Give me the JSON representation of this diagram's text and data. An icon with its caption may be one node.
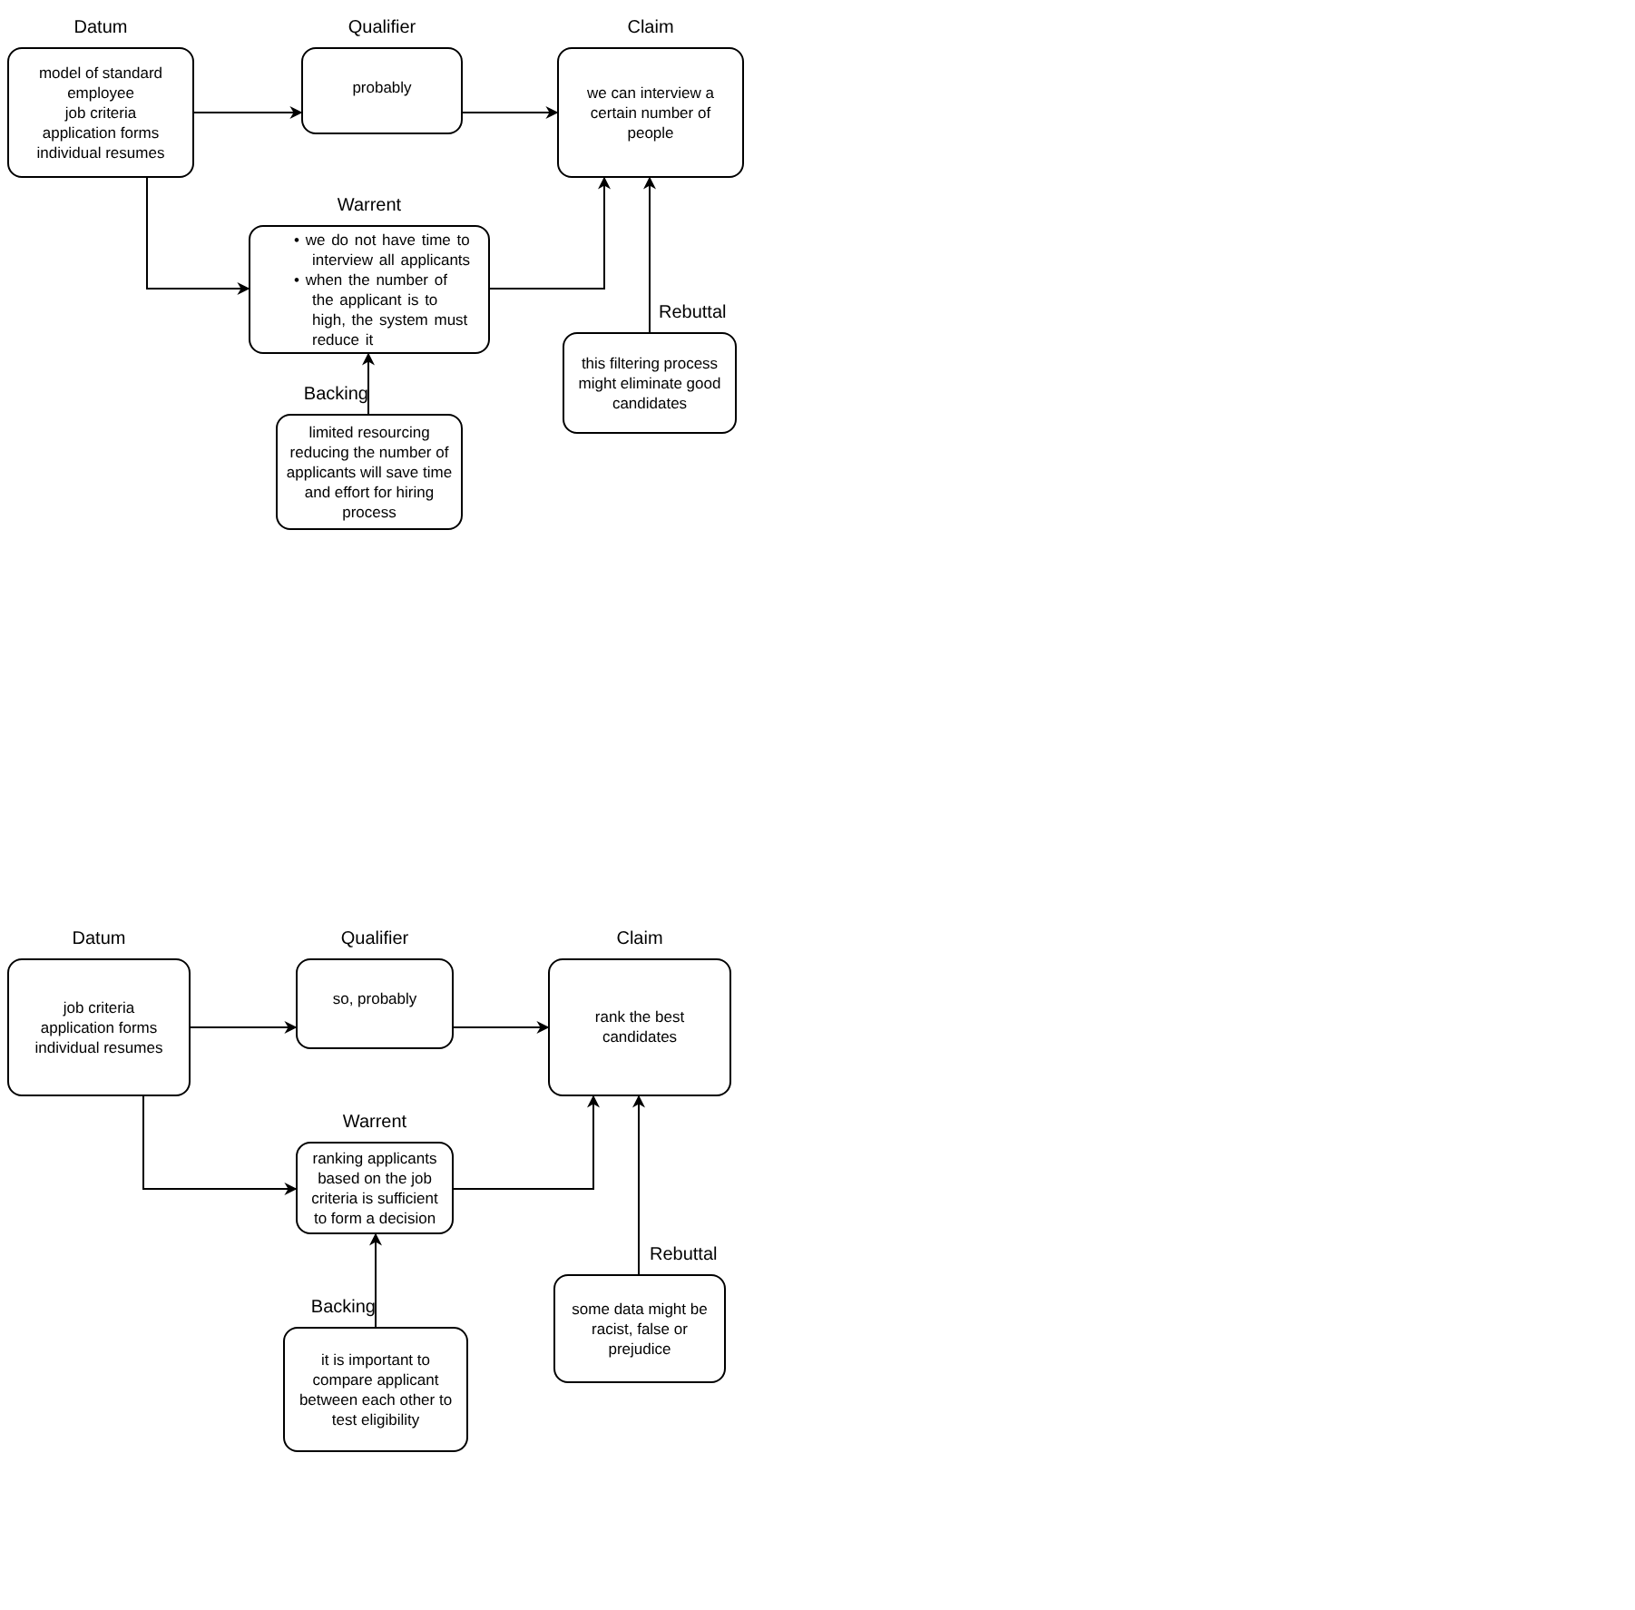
{
  "diagram": {
    "nodes": [
      {
        "text": [
          "Datum",
          "model of standard employee",
          "job criteria",
          "application forms",
          "individual resumes"
        ]
      },
      {
        "text": [
          "Qualifier",
          "probably"
        ]
      },
      {
        "text": [
          "Claim",
          "we can interview a certain number of people"
        ]
      },
      {
        "text": [
          "Warrent",
          "• we do not have time to interview all applicants",
          "• when the number of the applicant is to high, the system must reduce it"
        ]
      },
      {
        "text": [
          "Backing",
          "limited resourcing reducing the number of applicants will save time and effort for hiring process"
        ]
      },
      {
        "text": [
          "Rebuttal",
          "this filtering process might eliminate good candidates"
        ]
      },
      {
        "text": [
          "Datum",
          "job criteria",
          "application forms",
          "individual resumes"
        ]
      },
      {
        "text": [
          "Qualifier",
          "so, probably"
        ]
      },
      {
        "text": [
          "Claim",
          "rank the best candidates"
        ]
      },
      {
        "text": [
          "Warrent",
          "ranking applicants based on the job criteria is sufficient to form a decision"
        ]
      },
      {
        "text": [
          "Backing",
          "it is important to compare applicant between each other to test eligibility"
        ]
      },
      {
        "text": [
          "Rebuttal",
          "some data might be racist, false or prejudice"
        ]
      }
    ],
    "edges": [
      {
        "from": 0,
        "to": 1,
        "arrow": "to"
      },
      {
        "from": 1,
        "to": 2,
        "arrow": "to"
      },
      {
        "from": 0,
        "to": 3,
        "arrow": "to"
      },
      {
        "from": 3,
        "to": 2,
        "arrow": "to"
      },
      {
        "from": 4,
        "to": 3,
        "arrow": "to"
      },
      {
        "from": 5,
        "to": 2,
        "arrow": "to"
      },
      {
        "from": 6,
        "to": 7,
        "arrow": "to"
      },
      {
        "from": 7,
        "to": 8,
        "arrow": "to"
      },
      {
        "from": 6,
        "to": 9,
        "arrow": "to"
      },
      {
        "from": 9,
        "to": 8,
        "arrow": "to"
      },
      {
        "from": 10,
        "to": 9,
        "arrow": "to"
      },
      {
        "from": 11,
        "to": 8,
        "arrow": "to"
      }
    ]
  }
}
